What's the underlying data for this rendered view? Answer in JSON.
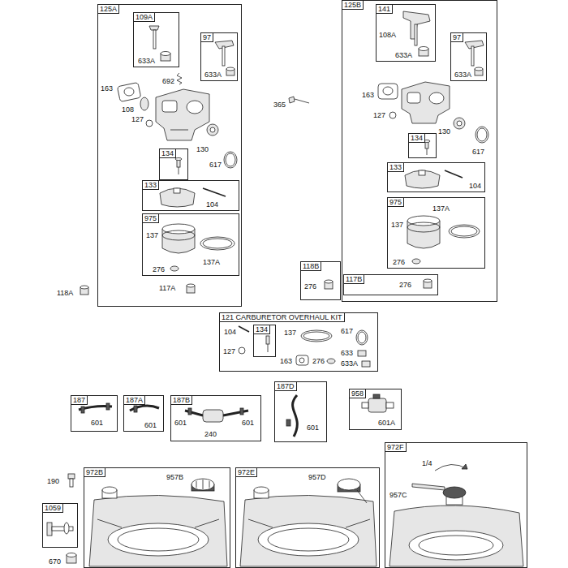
{
  "diagram": {
    "nodes": [
      {
        "text": [
          "125A",
          "163",
          "108",
          "692",
          "127",
          "130",
          "617",
          "117A"
        ]
      },
      {
        "text": [
          "109A",
          "633A"
        ],
        "in": 0
      },
      {
        "text": [
          "97",
          "633A"
        ],
        "in": 0
      },
      {
        "text": [
          "134"
        ],
        "in": 0
      },
      {
        "text": [
          "133",
          "104"
        ],
        "in": 0
      },
      {
        "text": [
          "975",
          "137",
          "137A",
          "276"
        ],
        "in": 0
      },
      {
        "text": [
          "125B",
          "163",
          "127",
          "130",
          "617"
        ]
      },
      {
        "text": [
          "141",
          "108A",
          "633A"
        ],
        "in": 6
      },
      {
        "text": [
          "97",
          "633A"
        ],
        "in": 6
      },
      {
        "text": [
          "134"
        ],
        "in": 6
      },
      {
        "text": [
          "133",
          "104"
        ],
        "in": 6
      },
      {
        "text": [
          "975",
          "137A",
          "137",
          "276"
        ],
        "in": 6
      },
      {
        "text": [
          "117B",
          "276"
        ],
        "in": 6
      },
      {
        "text": [
          "118B",
          "276"
        ]
      },
      {
        "text": [
          "121 CARBURETOR OVERHAUL KIT",
          "104",
          "127",
          "137",
          "617",
          "163",
          "276",
          "633",
          "633A"
        ]
      },
      {
        "text": [
          "134"
        ],
        "in": 14
      },
      {
        "text": [
          "187",
          "601"
        ]
      },
      {
        "text": [
          "187A",
          "601"
        ]
      },
      {
        "text": [
          "187B",
          "601",
          "240",
          "601"
        ]
      },
      {
        "text": [
          "187D",
          "601"
        ]
      },
      {
        "text": [
          "958",
          "601A"
        ]
      },
      {
        "text": [
          "972B",
          "957B"
        ]
      },
      {
        "text": [
          "972E",
          "957D"
        ]
      },
      {
        "text": [
          "972F",
          "1/4",
          "957C"
        ]
      },
      {
        "text": [
          "1059"
        ]
      }
    ],
    "labels": [
      "365",
      "118A",
      "190",
      "670"
    ]
  }
}
